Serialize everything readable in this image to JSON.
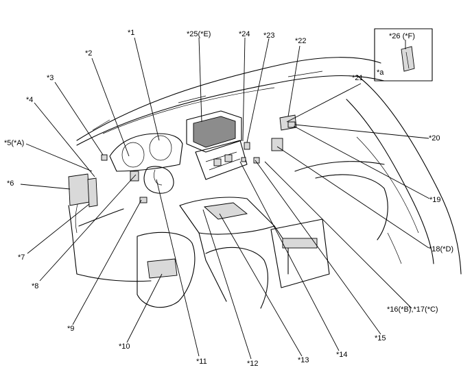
{
  "labels": {
    "l1": "*1",
    "l2": "*2",
    "l3": "*3",
    "l4": "*4",
    "l5": "*5(*A)",
    "l6": "*6",
    "l7": "*7",
    "l8": "*8",
    "l9": "*9",
    "l10": "*10",
    "l11": "*11",
    "l12": "*12",
    "l13": "*13",
    "l14": "*14",
    "l15": "*15",
    "l16": "*16(*B),*17(*C)",
    "l18": "*18(*D)",
    "l19": "*19",
    "l20": "*20",
    "l21": "*21",
    "l22": "*22",
    "l23": "*23",
    "l24": "*24",
    "l25": "*25(*E)",
    "l26": "*26 (*F)",
    "la": "*a"
  }
}
